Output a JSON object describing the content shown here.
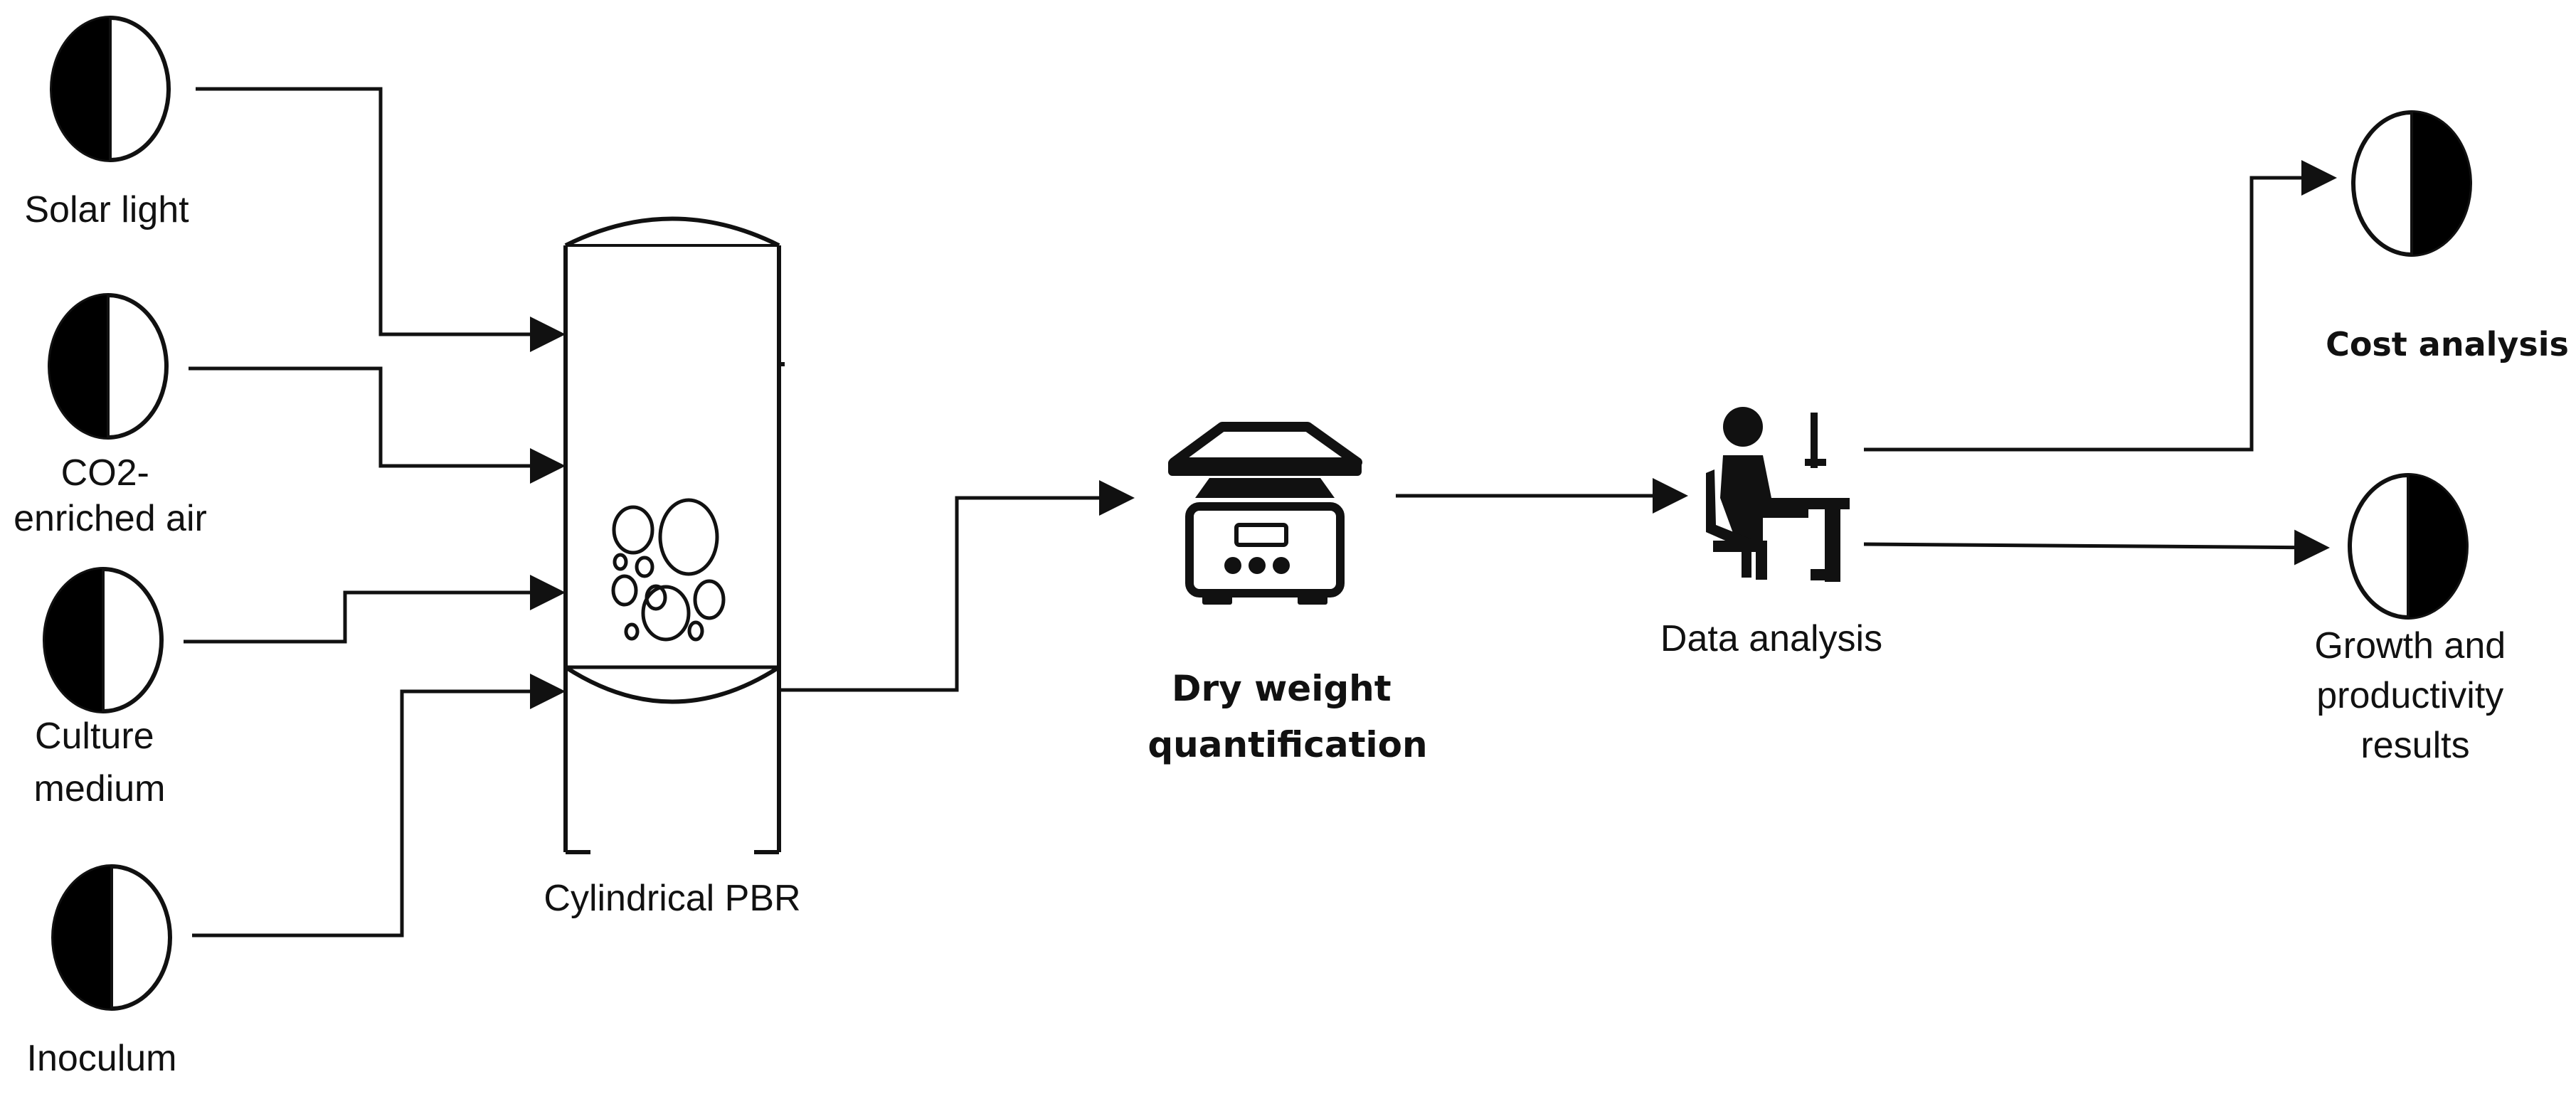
{
  "diagram": {
    "inputs": [
      {
        "label_lines": [
          "Solar light"
        ]
      },
      {
        "label_lines": [
          "CO2-",
          "enriched air"
        ]
      },
      {
        "label_lines": [
          "Culture",
          "medium"
        ]
      },
      {
        "label_lines": [
          "Inoculum"
        ]
      }
    ],
    "reactor": {
      "label": "Cylindrical PBR"
    },
    "dry_weight": {
      "label_lines": [
        "Dry weight",
        "quantification"
      ]
    },
    "data_analysis": {
      "label": "Data analysis"
    },
    "outputs": [
      {
        "label_lines": [
          "Cost analysis"
        ]
      },
      {
        "label_lines": [
          "Growth and",
          "productivity",
          "results"
        ]
      }
    ],
    "icon_names": [
      "half-moon-icon",
      "shaker-device-icon",
      "person-at-computer-icon"
    ],
    "colors": {
      "line": "#111111",
      "fill": "#000000",
      "background": "#ffffff"
    }
  }
}
